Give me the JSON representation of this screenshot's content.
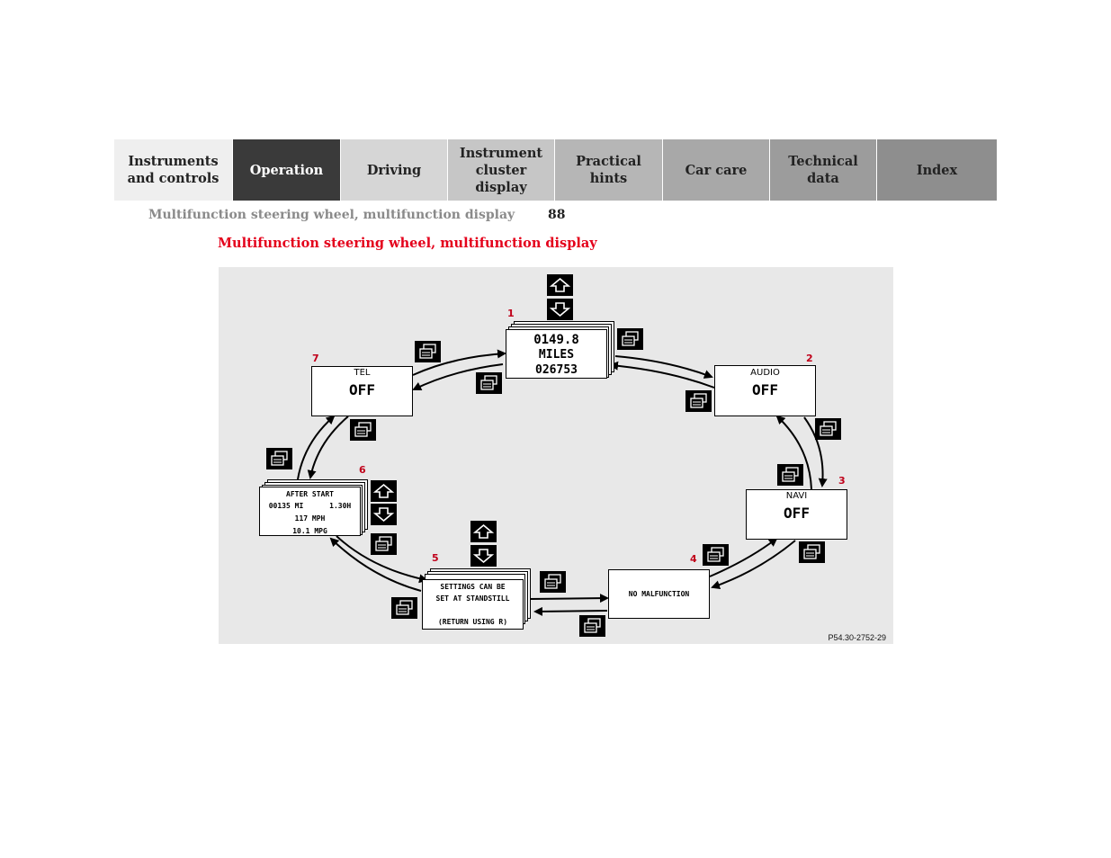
{
  "tabs": [
    {
      "label": "Instruments\nand controls",
      "bg": "#efefef",
      "color": "#222"
    },
    {
      "label": "Operation",
      "bg": "#3a3a3a",
      "color": "#ffffff"
    },
    {
      "label": "Driving",
      "bg": "#d6d6d6",
      "color": "#222"
    },
    {
      "label": "Instrument\ncluster display",
      "bg": "#c6c6c6",
      "color": "#222"
    },
    {
      "label": "Practical hints",
      "bg": "#b6b6b6",
      "color": "#222"
    },
    {
      "label": "Car care",
      "bg": "#a8a8a8",
      "color": "#222"
    },
    {
      "label": "Technical\ndata",
      "bg": "#9c9c9c",
      "color": "#222"
    },
    {
      "label": "Index",
      "bg": "#8e8e8e",
      "color": "#222"
    }
  ],
  "header": {
    "section": "Multifunction steering wheel, multifunction display",
    "page": "88"
  },
  "title": "Multifunction steering wheel, multifunction display",
  "figure": {
    "code": "P54.30-2752-29",
    "d1": {
      "num": "1",
      "l1": "0149.8",
      "l2": "MILES",
      "l3": "026753"
    },
    "d2": {
      "num": "2",
      "label": "AUDIO",
      "value": "OFF"
    },
    "d3": {
      "num": "3",
      "label": "NAVI",
      "value": "OFF"
    },
    "d4": {
      "num": "4",
      "text": "NO MALFUNCTION"
    },
    "d5": {
      "num": "5",
      "l1": "SETTINGS CAN BE",
      "l2": "SET AT STANDSTILL",
      "l3": "(RETURN USING R)"
    },
    "d6": {
      "num": "6",
      "l1": "AFTER START",
      "l2": "00135 MI      1.30H",
      "l3": "117 MPH",
      "l4": "10.1 MPG"
    },
    "d7": {
      "num": "7",
      "label": "TEL",
      "value": "OFF"
    }
  }
}
